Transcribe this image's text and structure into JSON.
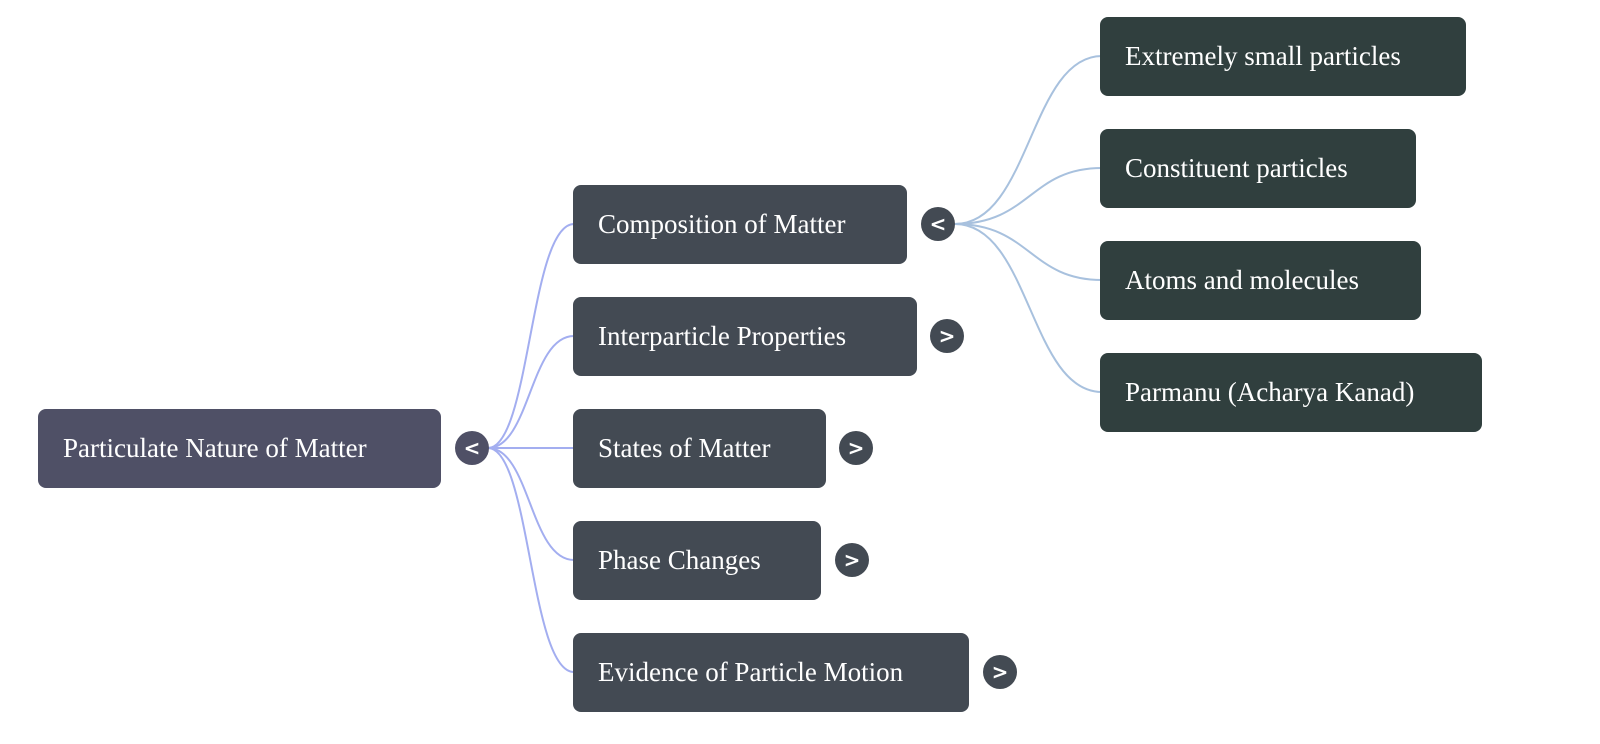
{
  "mindmap": {
    "root": {
      "label": "Particulate Nature of Matter",
      "toggle": "<",
      "expanded": true
    },
    "children": [
      {
        "label": "Composition of Matter",
        "toggle": "<",
        "expanded": true,
        "children": [
          {
            "label": "Extremely small particles"
          },
          {
            "label": "Constituent particles"
          },
          {
            "label": "Atoms and molecules"
          },
          {
            "label": "Parmanu (Acharya Kanad)"
          }
        ]
      },
      {
        "label": "Interparticle Properties",
        "toggle": ">",
        "expanded": false
      },
      {
        "label": "States of Matter",
        "toggle": ">",
        "expanded": false
      },
      {
        "label": "Phase Changes",
        "toggle": ">",
        "expanded": false
      },
      {
        "label": "Evidence of Particle Motion",
        "toggle": ">",
        "expanded": false
      }
    ]
  },
  "colors": {
    "root_fill": "#4f5066",
    "level1_fill": "#434a53",
    "level2_fill": "#303f3e",
    "level1_link": "#a3aef0",
    "level2_link": "#a8c1de",
    "text": "#ffffff"
  }
}
